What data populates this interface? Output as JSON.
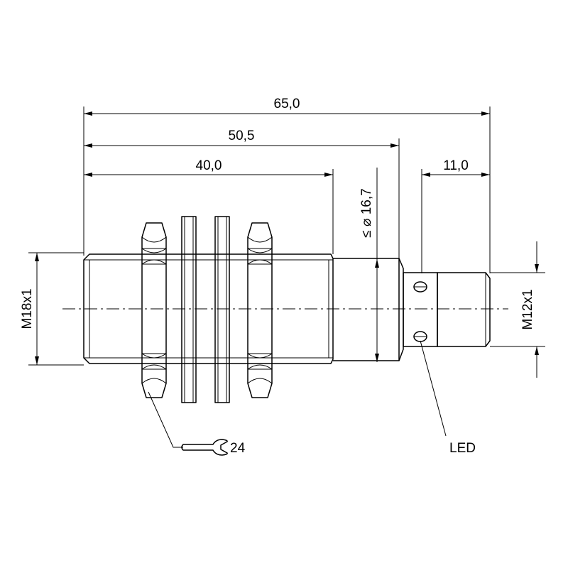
{
  "dimensions": {
    "overall_length": "65,0",
    "length_to_connector": "50,5",
    "thread_length": "40,0",
    "connector_length": "11,0",
    "collar_diameter": "≤ ⌀ 16,7",
    "main_thread": "M18x1",
    "connector_thread": "M12x1",
    "wrench_size": "24"
  },
  "labels": {
    "led": "LED"
  }
}
